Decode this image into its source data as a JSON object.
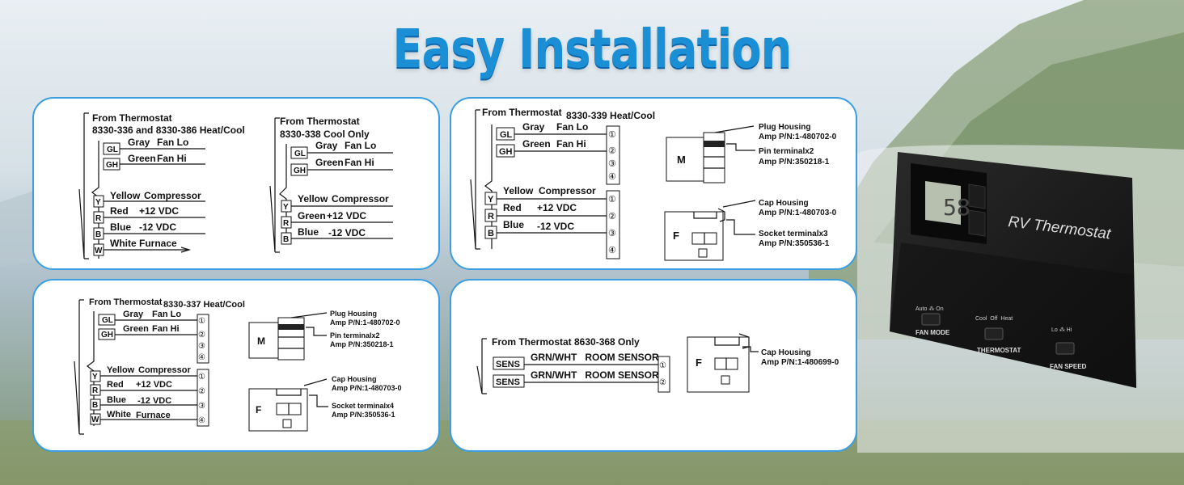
{
  "title": "Easy Installation",
  "colors": {
    "title": "#1a8fd6",
    "panel_border": "#3a9ee0",
    "device": "#1b1b1b"
  },
  "panel1": {
    "left": {
      "heading1": "From Thermostat",
      "heading2": "8330-336 and 8330-386 Heat/Cool",
      "rows": [
        {
          "code": "GL",
          "color": "Gray",
          "func": "Fan Lo"
        },
        {
          "code": "GH",
          "color": "Green",
          "func": "Fan Hi"
        },
        {
          "code": "Y",
          "color": "Yellow",
          "func": "Compressor"
        },
        {
          "code": "R",
          "color": "Red",
          "func": "+12 VDC"
        },
        {
          "code": "B",
          "color": "Blue",
          "func": "-12 VDC"
        },
        {
          "code": "W",
          "color": "White",
          "func": "Furnace"
        }
      ]
    },
    "right": {
      "heading1": "From Thermostat",
      "heading2": "8330-338  Cool Only",
      "rows": [
        {
          "code": "GL",
          "color": "Gray",
          "func": "Fan Lo"
        },
        {
          "code": "GH",
          "color": "Green",
          "func": "Fan Hi"
        },
        {
          "code": "Y",
          "color": "Yellow",
          "func": "Compressor"
        },
        {
          "code": "R",
          "color": "Green",
          "func": "+12 VDC"
        },
        {
          "code": "B",
          "color": "Blue",
          "func": "-12 VDC"
        }
      ]
    }
  },
  "panel2": {
    "heading1": "From Thermostat",
    "heading2": "8330-339 Heat/Cool",
    "rows": [
      {
        "code": "GL",
        "color": "Gray",
        "func": "Fan Lo"
      },
      {
        "code": "GH",
        "color": "Green",
        "func": "Fan Hi"
      },
      {
        "code": "Y",
        "color": "Yellow",
        "func": "Compressor"
      },
      {
        "code": "R",
        "color": "Red",
        "func": "+12 VDC"
      },
      {
        "code": "B",
        "color": "Blue",
        "func": "-12 VDC"
      }
    ],
    "terminals": [
      "①",
      "②",
      "③",
      "④"
    ],
    "m_label": "M",
    "f_label": "F",
    "plug_housing": [
      "Plug Housing",
      "Amp P/N:1-480702-0"
    ],
    "pin_terminal": [
      "Pin terminalx2",
      "Amp P/N:350218-1"
    ],
    "cap_housing": [
      "Cap Housing",
      "Amp P/N:1-480703-0"
    ],
    "socket_terminal": [
      "Socket terminalx3",
      "Amp P/N:350536-1"
    ]
  },
  "panel3": {
    "heading1": "From Thermostat",
    "heading2": "8330-337 Heat/Cool",
    "rows": [
      {
        "code": "GL",
        "color": "Gray",
        "func": "Fan Lo"
      },
      {
        "code": "GH",
        "color": "Green",
        "func": "Fan Hi"
      },
      {
        "code": "Y",
        "color": "Yellow",
        "func": "Compressor"
      },
      {
        "code": "R",
        "color": "Red",
        "func": "+12 VDC"
      },
      {
        "code": "B",
        "color": "Blue",
        "func": "-12 VDC"
      },
      {
        "code": "W",
        "color": "White",
        "func": "Furnace"
      }
    ],
    "terminals": [
      "①",
      "②",
      "③",
      "④"
    ],
    "m_label": "M",
    "f_label": "F",
    "plug_housing": [
      "Plug Housing",
      "Amp P/N:1-480702-0"
    ],
    "pin_terminal": [
      "Pin terminalx2",
      "Amp P/N:350218-1"
    ],
    "cap_housing": [
      "Cap Housing",
      "Amp P/N:1-480703-0"
    ],
    "socket_terminal": [
      "Socket terminalx4",
      "Amp P/N:350536-1"
    ]
  },
  "panel4": {
    "heading": "From Thermostat  8630-368 Only",
    "rows": [
      {
        "code": "SENS",
        "label": "GRN/WHT   ROOM SENSOR"
      },
      {
        "code": "SENS",
        "label": "GRN/WHT   ROOM SENSOR"
      }
    ],
    "terminals": [
      "①",
      "②"
    ],
    "f_label": "F",
    "cap_housing": [
      "Cap Housing",
      "Amp P/N:1-480699-0"
    ]
  },
  "device": {
    "brand": "RV Thermostat",
    "switches": [
      {
        "name": "FAN MODE",
        "options": "Auto ⁂ On"
      },
      {
        "name": "THERMOSTAT",
        "options": "Cool  Off  Heat"
      },
      {
        "name": "FAN SPEED",
        "options": "Lo ⁂ Hi"
      }
    ]
  }
}
